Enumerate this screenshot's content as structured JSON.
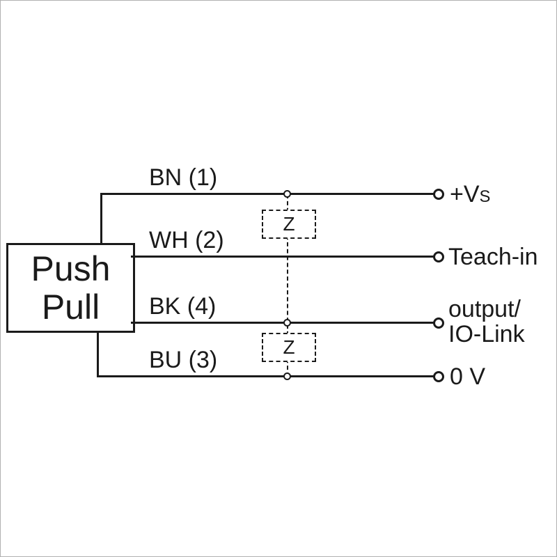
{
  "diagram": {
    "device": {
      "line1": "Push",
      "line2": "Pull"
    },
    "wires": [
      {
        "label": "BN (1)",
        "terminal": "+V",
        "terminal_small": "S"
      },
      {
        "label": "WH (2)",
        "terminal": "Teach-in"
      },
      {
        "label": "BK (4)",
        "terminal_line1": "output/",
        "terminal_line2": "IO-Link"
      },
      {
        "label": "BU (3)",
        "terminal": "0 V"
      }
    ],
    "impedance_blocks": [
      {
        "label": "Z"
      },
      {
        "label": "Z"
      }
    ],
    "colors": {
      "line": "#1a1a1a",
      "background": "#ffffff"
    }
  }
}
